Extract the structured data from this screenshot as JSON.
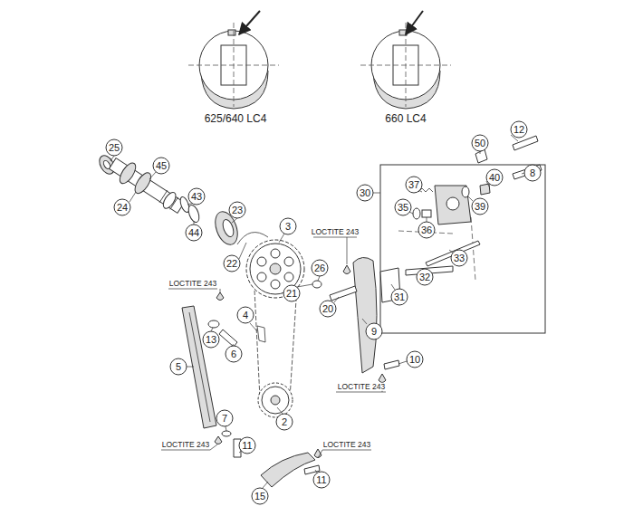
{
  "diagram": {
    "labels": [
      "625/640 LC4",
      "660 LC4",
      "25",
      "45",
      "24",
      "43",
      "44",
      "23",
      "22",
      "3",
      "12",
      "50",
      "8",
      "30",
      "37",
      "40",
      "39",
      "35",
      "36",
      "32",
      "33",
      "31",
      "LOCTITE 243",
      "26",
      "21",
      "20",
      "9",
      "LOCTITE 243",
      "4",
      "13",
      "6",
      "5",
      "10",
      "LOCTITE 243",
      "2",
      "7",
      "11",
      "LOCTITE 243",
      "LOCTITE 243",
      "11",
      "15"
    ]
  }
}
